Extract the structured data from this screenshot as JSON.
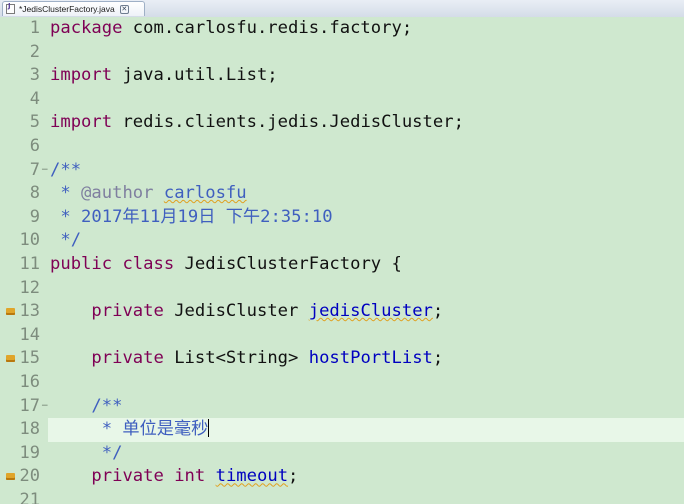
{
  "tab": {
    "label": "*JedisClusterFactory.java",
    "close_glyph": "✕"
  },
  "lines": [
    {
      "n": "1",
      "parts": [
        {
          "t": "package",
          "c": "kw"
        },
        {
          "t": " com.carlosfu.redis.factory;"
        }
      ]
    },
    {
      "n": "2",
      "parts": []
    },
    {
      "n": "3",
      "parts": [
        {
          "t": "import",
          "c": "kw"
        },
        {
          "t": " java.util.List;"
        }
      ]
    },
    {
      "n": "4",
      "parts": []
    },
    {
      "n": "5",
      "parts": [
        {
          "t": "import",
          "c": "kw"
        },
        {
          "t": " redis.clients.jedis.JedisCluster;"
        }
      ]
    },
    {
      "n": "6",
      "parts": []
    },
    {
      "n": "7",
      "fold": "−",
      "parts": [
        {
          "t": "/**",
          "c": "comment"
        }
      ]
    },
    {
      "n": "8",
      "parts": [
        {
          "t": " * ",
          "c": "comment"
        },
        {
          "t": "@author",
          "c": "tag"
        },
        {
          "t": " ",
          "c": "comment"
        },
        {
          "t": "carlosfu",
          "c": "comment wavy"
        }
      ]
    },
    {
      "n": "9",
      "parts": [
        {
          "t": " * 2017年11月19日 下午2:35:10",
          "c": "comment"
        }
      ]
    },
    {
      "n": "10",
      "parts": [
        {
          "t": " */",
          "c": "comment"
        }
      ]
    },
    {
      "n": "11",
      "parts": [
        {
          "t": "public",
          "c": "kw"
        },
        {
          "t": " "
        },
        {
          "t": "class",
          "c": "kw"
        },
        {
          "t": " JedisClusterFactory {"
        }
      ]
    },
    {
      "n": "12",
      "parts": []
    },
    {
      "n": "13",
      "marker": true,
      "parts": [
        {
          "t": "    "
        },
        {
          "t": "private",
          "c": "kw"
        },
        {
          "t": " JedisCluster "
        },
        {
          "t": "jedisCluster",
          "c": "field wavy"
        },
        {
          "t": ";"
        }
      ]
    },
    {
      "n": "14",
      "parts": []
    },
    {
      "n": "15",
      "marker": true,
      "parts": [
        {
          "t": "    "
        },
        {
          "t": "private",
          "c": "kw"
        },
        {
          "t": " List<String> "
        },
        {
          "t": "hostPortList",
          "c": "field"
        },
        {
          "t": ";"
        }
      ]
    },
    {
      "n": "16",
      "parts": []
    },
    {
      "n": "17",
      "fold": "−",
      "parts": [
        {
          "t": "    "
        },
        {
          "t": "/**",
          "c": "comment"
        }
      ]
    },
    {
      "n": "18",
      "current": true,
      "caret": true,
      "parts": [
        {
          "t": "     * 单位是毫秒",
          "c": "comment"
        }
      ]
    },
    {
      "n": "19",
      "parts": [
        {
          "t": "     */",
          "c": "comment"
        }
      ]
    },
    {
      "n": "20",
      "marker": true,
      "parts": [
        {
          "t": "    "
        },
        {
          "t": "private",
          "c": "kw"
        },
        {
          "t": " "
        },
        {
          "t": "int",
          "c": "kw"
        },
        {
          "t": " "
        },
        {
          "t": "timeout",
          "c": "field wavy"
        },
        {
          "t": ";"
        }
      ]
    },
    {
      "n": "21",
      "parts": []
    }
  ]
}
